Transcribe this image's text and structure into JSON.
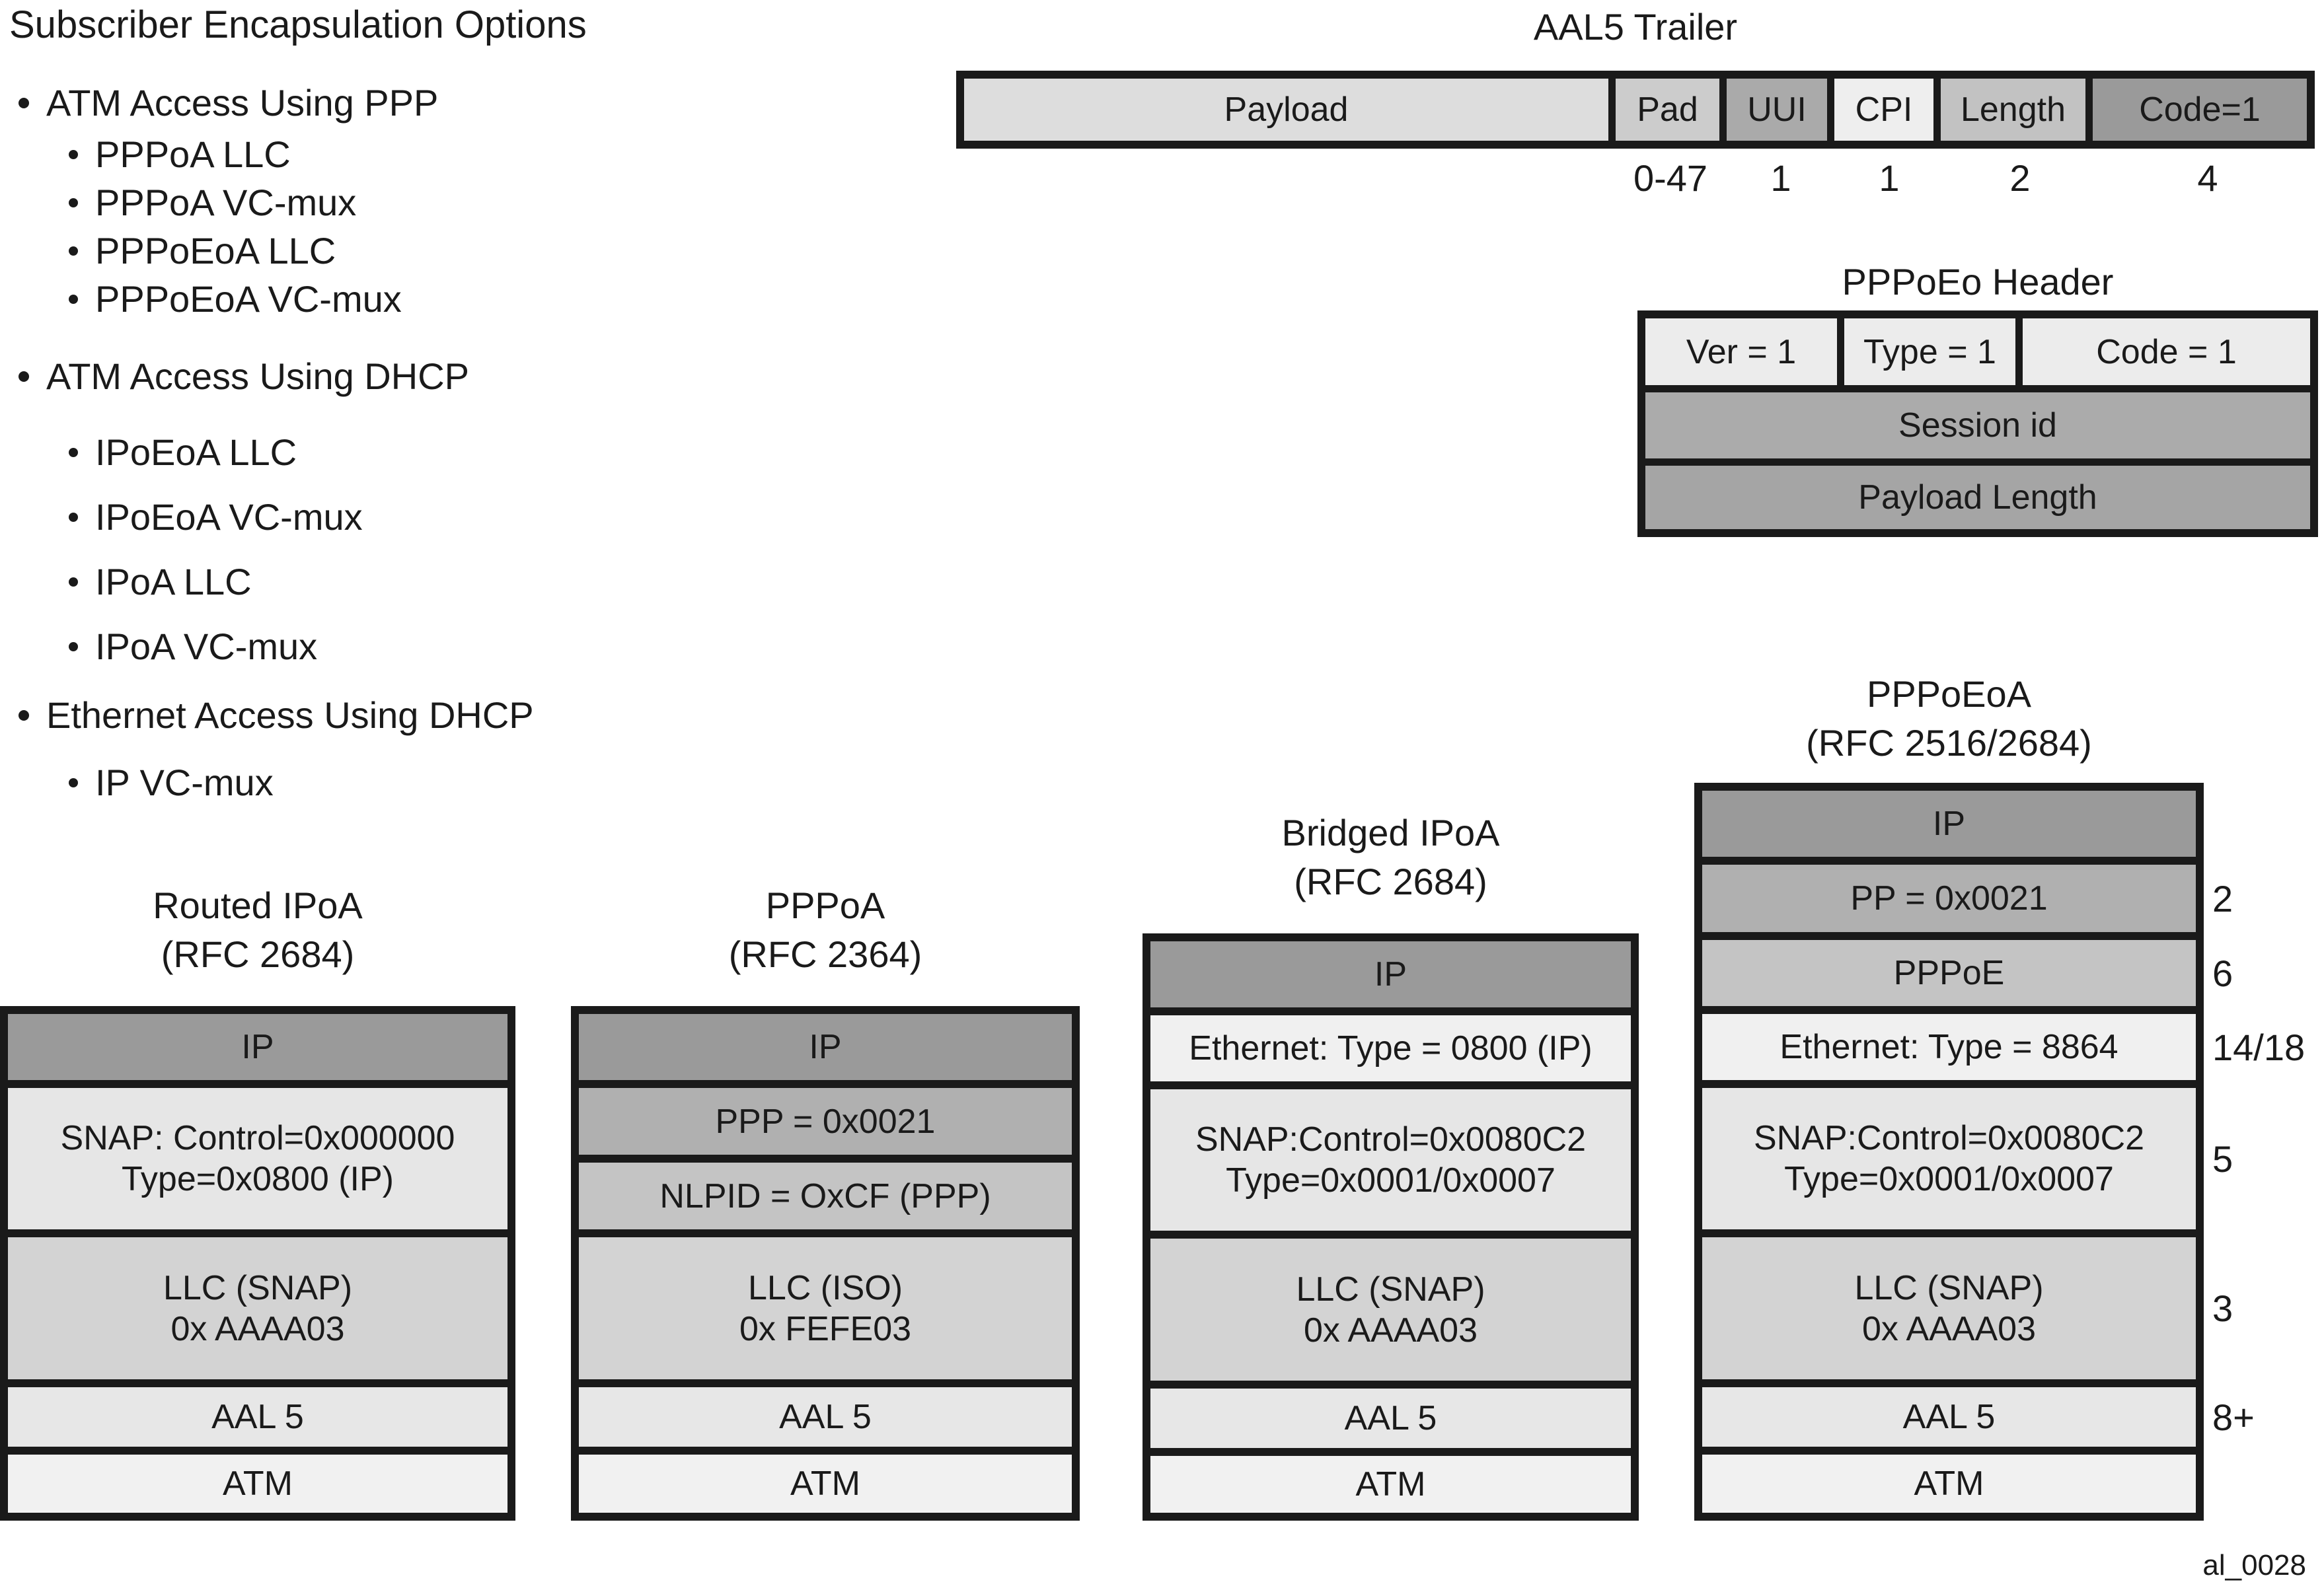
{
  "bullet_list": {
    "title": "Subscriber Encapsulation Options",
    "groups": [
      {
        "label": "ATM Access Using PPP",
        "items": [
          "PPPoA LLC",
          "PPPoA VC-mux",
          "PPPoEoA LLC",
          "PPPoEoA VC-mux"
        ]
      },
      {
        "label": "ATM Access Using DHCP",
        "items": [
          "IPoEoA LLC",
          "IPoEoA VC-mux",
          "IPoA LLC",
          "IPoA VC-mux"
        ]
      },
      {
        "label": "Ethernet Access Using DHCP",
        "items": [
          "IP VC-mux"
        ]
      }
    ]
  },
  "aal5_trailer": {
    "title": "AAL5 Trailer",
    "cells": [
      {
        "label": "Payload",
        "bytes": ""
      },
      {
        "label": "Pad",
        "bytes": "0-47"
      },
      {
        "label": "UUI",
        "bytes": "1"
      },
      {
        "label": "CPI",
        "bytes": "1"
      },
      {
        "label": "Length",
        "bytes": "2"
      },
      {
        "label": "Code=1",
        "bytes": "4"
      }
    ]
  },
  "pppoeo_header": {
    "title": "PPPoEo Header",
    "cells": [
      "Ver = 1",
      "Type = 1",
      "Code = 1",
      "Session id",
      "Payload Length"
    ]
  },
  "stacks": [
    {
      "title_line1": "Routed IPoA",
      "title_line2": "(RFC 2684)",
      "rows": [
        {
          "line1": "IP"
        },
        {
          "line1": "SNAP: Control=0x000000",
          "line2": "Type=0x0800 (IP)"
        },
        {
          "line1": "LLC (SNAP)",
          "line2": "0x AAAA03"
        },
        {
          "line1": "AAL 5"
        },
        {
          "line1": "ATM"
        }
      ]
    },
    {
      "title_line1": "PPPoA",
      "title_line2": "(RFC 2364)",
      "rows": [
        {
          "line1": "IP"
        },
        {
          "line1": "PPP = 0x0021"
        },
        {
          "line1": "NLPID = OxCF (PPP)"
        },
        {
          "line1": "LLC (ISO)",
          "line2": "0x FEFE03"
        },
        {
          "line1": "AAL 5"
        },
        {
          "line1": "ATM"
        }
      ]
    },
    {
      "title_line1": "Bridged IPoA",
      "title_line2": "(RFC 2684)",
      "rows": [
        {
          "line1": "IP"
        },
        {
          "line1": "Ethernet: Type = 0800 (IP)"
        },
        {
          "line1": "SNAP:Control=0x0080C2",
          "line2": "Type=0x0001/0x0007"
        },
        {
          "line1": "LLC (SNAP)",
          "line2": "0x AAAA03"
        },
        {
          "line1": "AAL 5"
        },
        {
          "line1": "ATM"
        }
      ]
    },
    {
      "title_line1": "PPPoEoA",
      "title_line2": "(RFC 2516/2684)",
      "rows": [
        {
          "line1": "IP"
        },
        {
          "line1": "PP = 0x0021"
        },
        {
          "line1": "PPPoE"
        },
        {
          "line1": "Ethernet: Type = 8864"
        },
        {
          "line1": "SNAP:Control=0x0080C2",
          "line2": "Type=0x0001/0x0007"
        },
        {
          "line1": "LLC (SNAP)",
          "line2": "0x AAAA03"
        },
        {
          "line1": "AAL 5"
        },
        {
          "line1": "ATM"
        }
      ],
      "byte_counts": [
        "2",
        "6",
        "14/18",
        "5",
        "3",
        "8+"
      ]
    }
  ],
  "footer_label": "al_0028",
  "colors": {
    "border_black": "#1a1a1a",
    "ip_row": "#9a9a9a",
    "pp_row": "#b0b0b0",
    "pppoe_row": "#c4c4c4",
    "llc_row": "#d3d3d3",
    "snap_row": "#e6e6e6",
    "aal5_row": "#e7e7e7",
    "atm_row": "#f1f1f1",
    "ethernet_row": "#f0f0f0",
    "payload_cell": "#dddddd",
    "pad_cell": "#cccccc",
    "uui_cell": "#aaaaaa",
    "cpi_cell": "#eeeeee",
    "length_cell": "#c2c2c2",
    "code_cell": "#9a9a9a",
    "header_row": "#ececec",
    "session_row": "#ababab",
    "payload_length_row": "#a5a5a5"
  }
}
